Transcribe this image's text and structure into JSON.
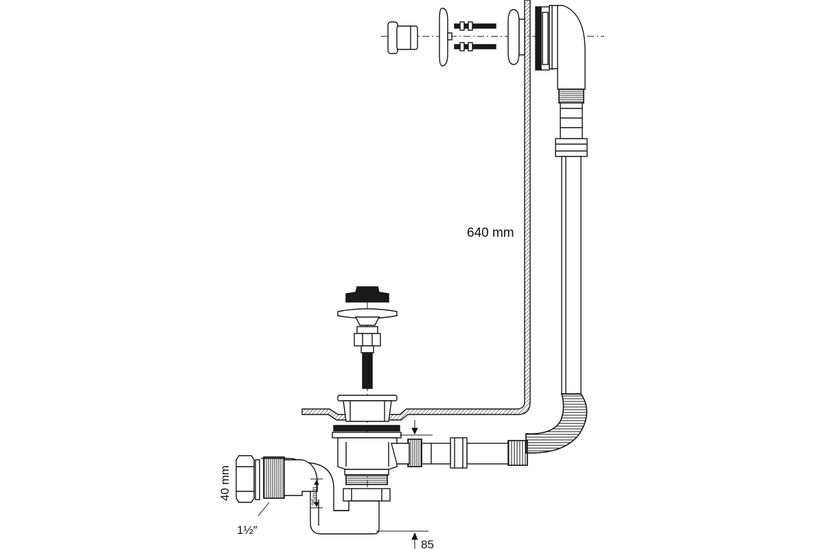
{
  "diagram": {
    "labels": {
      "overflow_length": "640 mm",
      "pipe_diameter": "40 mm",
      "thread_size": "1½″",
      "water_seal": "25mm",
      "height": "85"
    },
    "colors": {
      "stroke": "#111111",
      "dark_part": "#1a1a1a",
      "fill": "#ffffff"
    }
  }
}
